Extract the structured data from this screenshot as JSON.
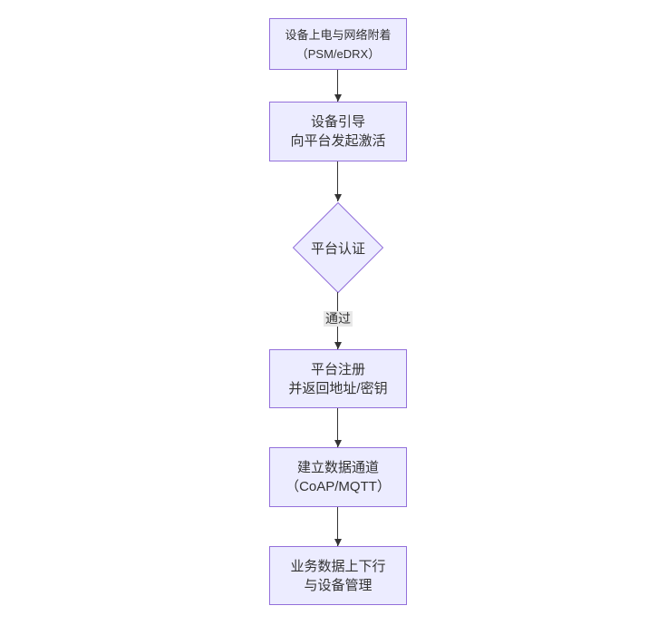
{
  "diagram": {
    "type": "flowchart-top-down",
    "colors": {
      "background": "#ffffff",
      "node_fill": "#ECECFF",
      "node_border": "#9370DB",
      "text": "#333333",
      "edge_line": "#333333",
      "edge_label_bg": "#e8e8e8"
    },
    "nodes": [
      {
        "id": "power-attach",
        "shape": "rect",
        "lines": [
          "设备上电与网络附着",
          "（PSM/eDRX）"
        ]
      },
      {
        "id": "bootstrap",
        "shape": "rect",
        "lines": [
          "设备引导",
          "向平台发起激活"
        ]
      },
      {
        "id": "platform-auth",
        "shape": "diamond",
        "lines": [
          "平台认证"
        ]
      },
      {
        "id": "platform-register",
        "shape": "rect",
        "lines": [
          "平台注册",
          "并返回地址/密钥"
        ]
      },
      {
        "id": "data-channel",
        "shape": "rect",
        "lines": [
          "建立数据通道",
          "（CoAP/MQTT）"
        ]
      },
      {
        "id": "business-data",
        "shape": "rect",
        "lines": [
          "业务数据上下行",
          "与设备管理"
        ]
      }
    ],
    "edges": [
      {
        "from": "power-attach",
        "to": "bootstrap",
        "label": ""
      },
      {
        "from": "bootstrap",
        "to": "platform-auth",
        "label": ""
      },
      {
        "from": "platform-auth",
        "to": "platform-register",
        "label": "通过"
      },
      {
        "from": "platform-register",
        "to": "data-channel",
        "label": ""
      },
      {
        "from": "data-channel",
        "to": "business-data",
        "label": ""
      }
    ]
  }
}
